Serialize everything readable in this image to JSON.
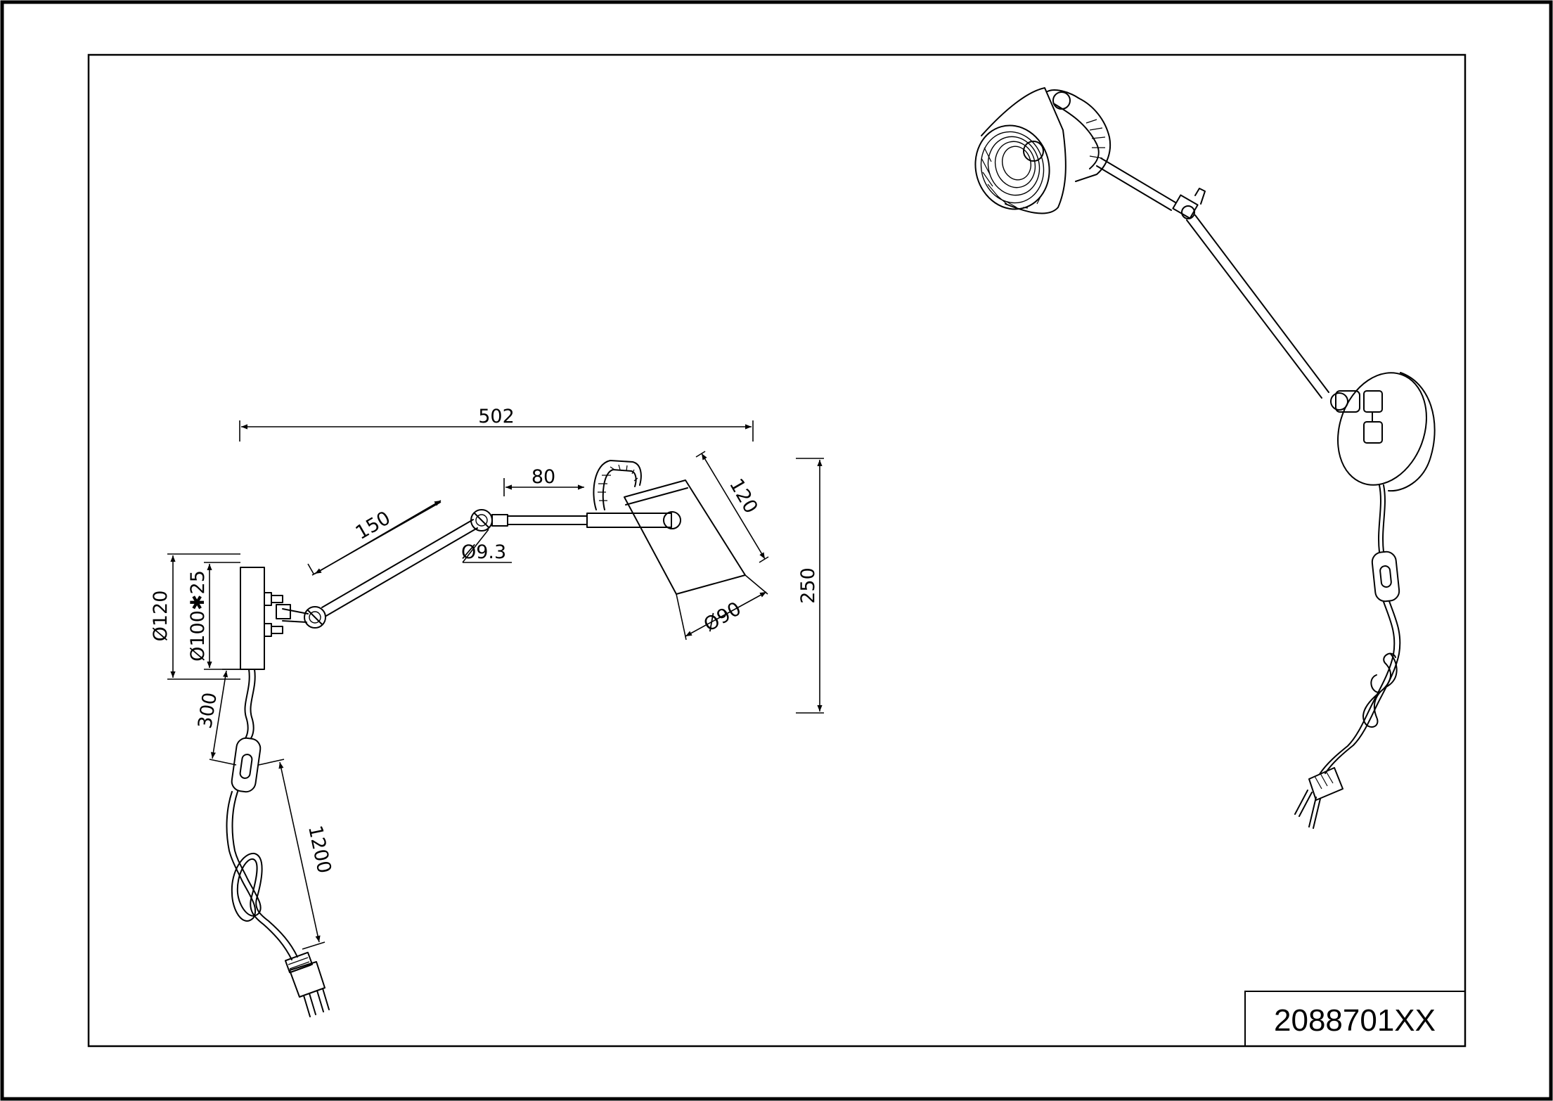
{
  "sheet": {
    "model_number": "2088701XX"
  },
  "dimensions": {
    "overall_length": "502",
    "shade_offset": "80",
    "arm_length": "150",
    "joint_diameter": "Ø9.3",
    "shade_height": "120",
    "shade_diameter": "Ø90",
    "overall_height": "250",
    "base_diameter": "Ø120",
    "base_inner": "Ø100✱25",
    "cable_to_switch": "300",
    "cable_to_plug": "1200"
  },
  "views": [
    "technical-drawing",
    "perspective-view"
  ]
}
